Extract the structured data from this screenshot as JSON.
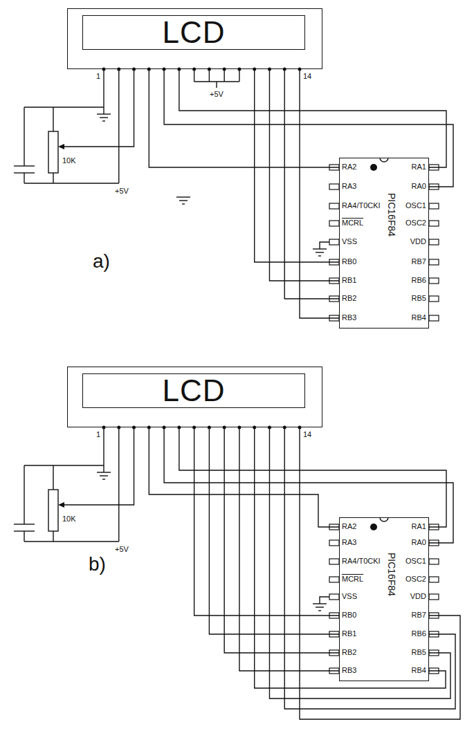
{
  "diagram": {
    "nodes": [
      {
        "text": [
          "LCD"
        ]
      },
      {
        "text": [
          "PIC16F84"
        ]
      },
      {
        "text": [
          "LCD"
        ]
      },
      {
        "text": [
          "PIC16F84"
        ]
      }
    ],
    "edges": [
      {
        "from": 0,
        "to": 1,
        "arrow": "none"
      },
      {
        "from": 0,
        "to": 1,
        "arrow": "none"
      },
      {
        "from": 0,
        "to": 1,
        "arrow": "none"
      },
      {
        "from": 0,
        "to": 1,
        "arrow": "none"
      },
      {
        "from": 0,
        "to": 1,
        "arrow": "none"
      },
      {
        "from": 0,
        "to": 1,
        "arrow": "none"
      },
      {
        "from": 0,
        "to": 1,
        "arrow": "none"
      },
      {
        "from": 2,
        "to": 3,
        "arrow": "none"
      },
      {
        "from": 2,
        "to": 3,
        "arrow": "none"
      },
      {
        "from": 2,
        "to": 3,
        "arrow": "none"
      },
      {
        "from": 2,
        "to": 3,
        "arrow": "none"
      },
      {
        "from": 2,
        "to": 3,
        "arrow": "none"
      },
      {
        "from": 2,
        "to": 3,
        "arrow": "none"
      },
      {
        "from": 2,
        "to": 3,
        "arrow": "none"
      },
      {
        "from": 2,
        "to": 3,
        "arrow": "none"
      },
      {
        "from": 2,
        "to": 3,
        "arrow": "none"
      },
      {
        "from": 2,
        "to": 3,
        "arrow": "none"
      },
      {
        "from": 2,
        "to": 3,
        "arrow": "none"
      }
    ],
    "labels": [
      "1",
      "14",
      "+5V",
      "10K",
      "+5V",
      "a)",
      "RA2",
      "RA3",
      "RA4/T0CKI",
      "MCRL",
      "VSS",
      "RB0",
      "RB1",
      "RB2",
      "RB3",
      "RA1",
      "RA0",
      "OSC1",
      "OSC2",
      "VDD",
      "RB7",
      "RB6",
      "RB5",
      "RB4",
      "1",
      "14",
      "10K",
      "+5V",
      "b)",
      "RA2",
      "RA3",
      "RA4/T0CKI",
      "MCRL",
      "VSS",
      "RB0",
      "RB1",
      "RB2",
      "RB3",
      "RA1",
      "RA0",
      "OSC1",
      "OSC2",
      "VDD",
      "RB7",
      "RB6",
      "RB5",
      "RB4"
    ]
  }
}
